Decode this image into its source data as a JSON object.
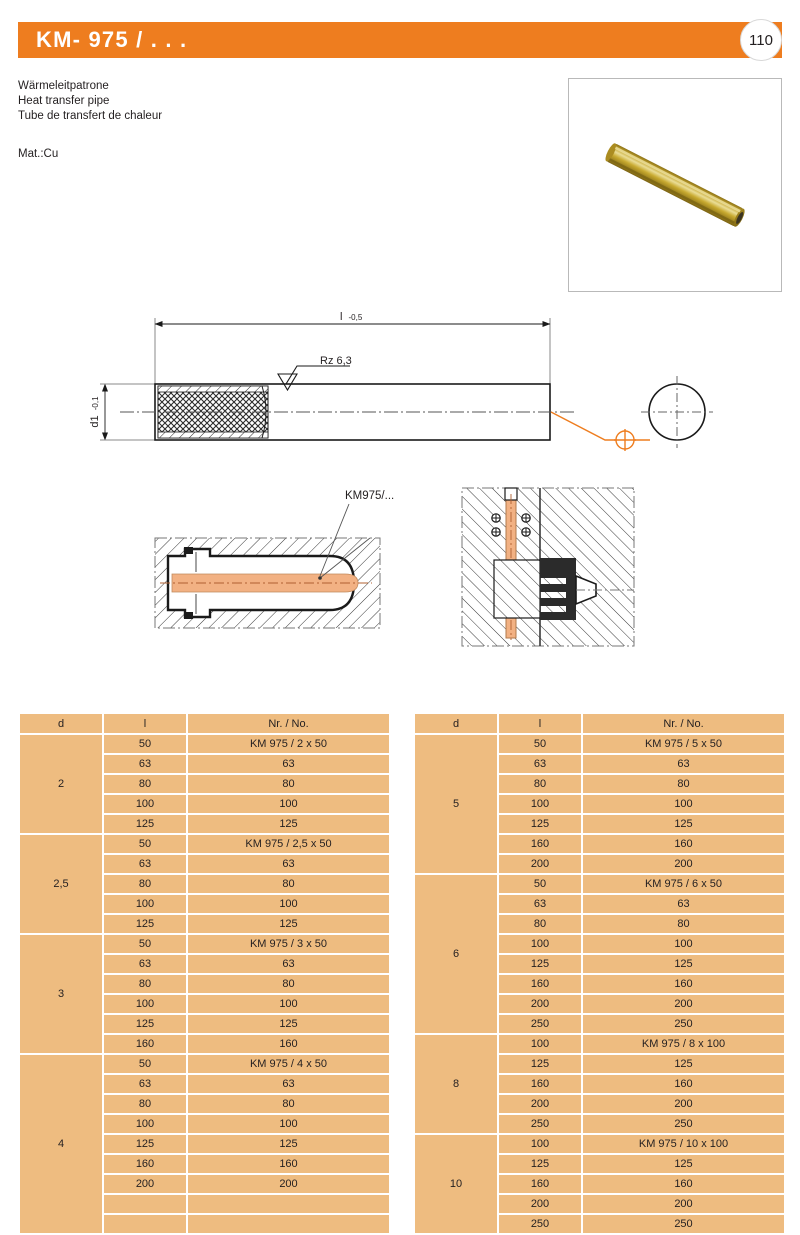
{
  "header": {
    "title": "KM- 975 / . . .",
    "page_number": "110",
    "accent_color": "#ee7d1f",
    "badge_name": "page-number-badge"
  },
  "description": {
    "line_de": "Wärmeleitpatrone",
    "line_en": "Heat transfer pipe",
    "line_fr": "Tube de transfert de chaleur",
    "material": "Mat.:Cu"
  },
  "photo": {
    "caption": "brass heat transfer pipe",
    "body_color": "#b99a26",
    "highlight_color": "#e8d98a",
    "bore_color": "#3b3422"
  },
  "drawing": {
    "length_dim": "l -0,5",
    "length_dim_main": "l",
    "length_dim_tol": "-0,5",
    "diameter_dim_main": "d1",
    "diameter_dim_tol": "-0,1",
    "surface_finish": "Rz 6,3",
    "target_symbol": "crosshair-circle",
    "leader_color": "#ee7d1f"
  },
  "applications": {
    "label_left": "KM975/...",
    "pipe_color": "#f2b183",
    "hatch_color": "#444444"
  },
  "tables": {
    "headers": {
      "d": "d",
      "l": "l",
      "no": "Nr. / No."
    },
    "left": {
      "name": "spec-table-left",
      "groups": [
        {
          "d": "2",
          "rows": [
            {
              "l": "50",
              "no": "KM 975 / 2 x   50"
            },
            {
              "l": "63",
              "no": "63"
            },
            {
              "l": "80",
              "no": "80"
            },
            {
              "l": "100",
              "no": "100"
            },
            {
              "l": "125",
              "no": "125"
            }
          ]
        },
        {
          "d": "2,5",
          "rows": [
            {
              "l": "50",
              "no": "KM 975 / 2,5 x 50"
            },
            {
              "l": "63",
              "no": "63"
            },
            {
              "l": "80",
              "no": "80"
            },
            {
              "l": "100",
              "no": "100"
            },
            {
              "l": "125",
              "no": "125"
            }
          ]
        },
        {
          "d": "3",
          "rows": [
            {
              "l": "50",
              "no": "KM 975 / 3 x   50"
            },
            {
              "l": "63",
              "no": "63"
            },
            {
              "l": "80",
              "no": "80"
            },
            {
              "l": "100",
              "no": "100"
            },
            {
              "l": "125",
              "no": "125"
            },
            {
              "l": "160",
              "no": "160"
            }
          ]
        },
        {
          "d": "4",
          "rows": [
            {
              "l": "50",
              "no": "KM 975 / 4 x   50"
            },
            {
              "l": "63",
              "no": "63"
            },
            {
              "l": "80",
              "no": "80"
            },
            {
              "l": "100",
              "no": "100"
            },
            {
              "l": "125",
              "no": "125"
            },
            {
              "l": "160",
              "no": "160"
            },
            {
              "l": "200",
              "no": "200"
            },
            {
              "l": "",
              "no": ""
            },
            {
              "l": "",
              "no": ""
            }
          ]
        }
      ]
    },
    "right": {
      "name": "spec-table-right",
      "groups": [
        {
          "d": "5",
          "rows": [
            {
              "l": "50",
              "no": "KM 975 / 5 x   50"
            },
            {
              "l": "63",
              "no": "63"
            },
            {
              "l": "80",
              "no": "80"
            },
            {
              "l": "100",
              "no": "100"
            },
            {
              "l": "125",
              "no": "125"
            },
            {
              "l": "160",
              "no": "160"
            },
            {
              "l": "200",
              "no": "200"
            }
          ]
        },
        {
          "d": "6",
          "rows": [
            {
              "l": "50",
              "no": "KM 975 / 6 x   50"
            },
            {
              "l": "63",
              "no": "63"
            },
            {
              "l": "80",
              "no": "80"
            },
            {
              "l": "100",
              "no": "100"
            },
            {
              "l": "125",
              "no": "125"
            },
            {
              "l": "160",
              "no": "160"
            },
            {
              "l": "200",
              "no": "200"
            },
            {
              "l": "250",
              "no": "250"
            }
          ]
        },
        {
          "d": "8",
          "rows": [
            {
              "l": "100",
              "no": "KM 975 / 8 x  100"
            },
            {
              "l": "125",
              "no": "125"
            },
            {
              "l": "160",
              "no": "160"
            },
            {
              "l": "200",
              "no": "200"
            },
            {
              "l": "250",
              "no": "250"
            }
          ]
        },
        {
          "d": "10",
          "rows": [
            {
              "l": "100",
              "no": "KM 975 / 10 x 100"
            },
            {
              "l": "125",
              "no": "125"
            },
            {
              "l": "160",
              "no": "160"
            },
            {
              "l": "200",
              "no": "200"
            },
            {
              "l": "250",
              "no": "250"
            }
          ]
        }
      ]
    }
  },
  "colors": {
    "table_cell": "#eebc80",
    "table_gap": "#ffffff",
    "accent_orange": "#ee7d1f",
    "text": "#231f20"
  }
}
